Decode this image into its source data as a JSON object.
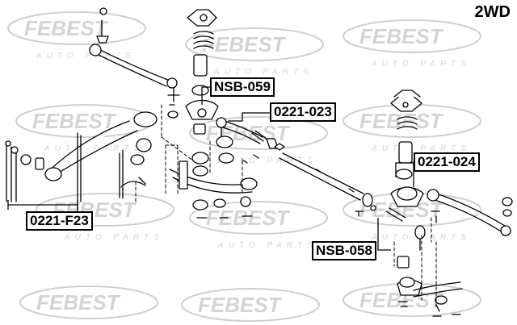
{
  "watermark": {
    "brand": "FEBEST",
    "tagline": "AUTO PARTS",
    "color": "#cfcfcf"
  },
  "variant_label": "2WD",
  "callouts": {
    "nsb_059": "NSB-059",
    "p0221_023": "0221-023",
    "p0221_024": "0221-024",
    "p0221_f23": "0221-F23",
    "nsb_058": "NSB-058"
  },
  "colors": {
    "line": "#000000",
    "background": "#ffffff"
  }
}
